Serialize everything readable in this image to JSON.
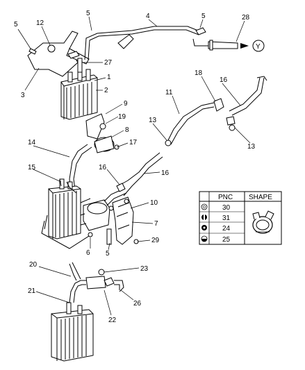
{
  "callouts": {
    "c1": "1",
    "c2": "2",
    "c3": "3",
    "c4": "4",
    "c5a": "5",
    "c5b": "5",
    "c5c": "5",
    "c5d": "5",
    "c6": "6",
    "c7": "7",
    "c8": "8",
    "c9": "9",
    "c10": "10",
    "c11": "11",
    "c12": "12",
    "c13a": "13",
    "c13b": "13",
    "c14": "14",
    "c15": "15",
    "c16a": "16",
    "c16b": "16",
    "c16c": "16",
    "c17": "17",
    "c18": "18",
    "c19": "19",
    "c20": "20",
    "c21": "21",
    "c22": "22",
    "c23": "23",
    "c26": "26",
    "c27": "27",
    "c28": "28",
    "c29": "29"
  },
  "connector_label": "Y",
  "legend": {
    "header_pnc": "PNC",
    "header_shape": "SHAPE",
    "rows": [
      {
        "pnc": "30",
        "icon": "clamp-hollow-icon"
      },
      {
        "pnc": "31",
        "icon": "clamp-split-icon"
      },
      {
        "pnc": "24",
        "icon": "clamp-filled-icon"
      },
      {
        "pnc": "25",
        "icon": "clamp-half-icon"
      }
    ]
  }
}
